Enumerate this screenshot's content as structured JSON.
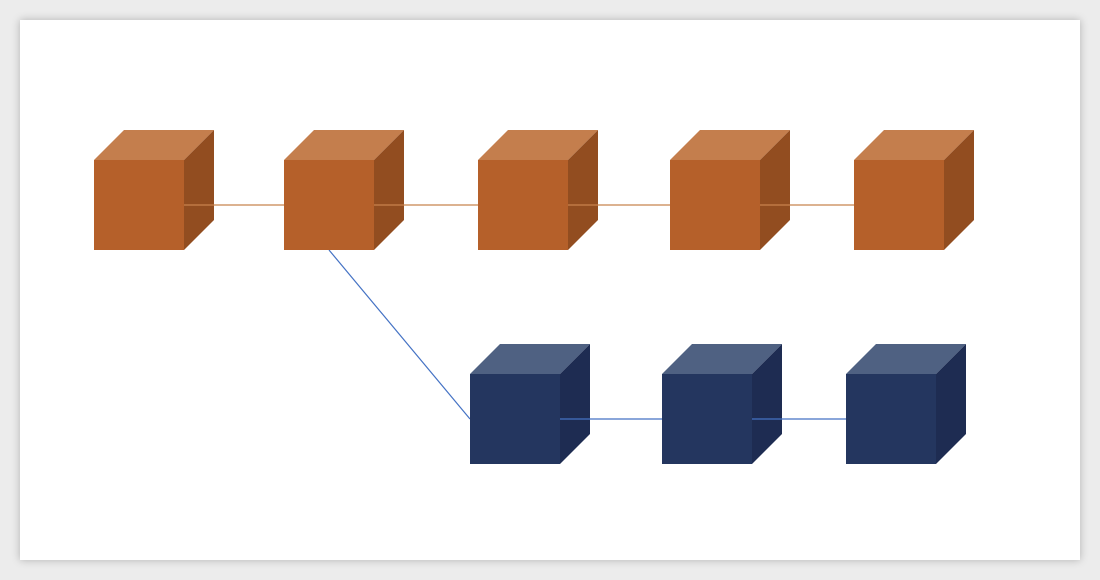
{
  "diagram": {
    "colors": {
      "orange_front": "#b5602a",
      "orange_top": "#c47e4d",
      "orange_side": "#924d20",
      "orange_line": "#c8834e",
      "blue_front": "#24365f",
      "blue_top": "#4f6182",
      "blue_side": "#1e2c52",
      "blue_line": "#4472c4"
    },
    "cubes": [
      {
        "id": "orange-1",
        "group": "orange"
      },
      {
        "id": "orange-2",
        "group": "orange"
      },
      {
        "id": "orange-3",
        "group": "orange"
      },
      {
        "id": "orange-4",
        "group": "orange"
      },
      {
        "id": "orange-5",
        "group": "orange"
      },
      {
        "id": "blue-1",
        "group": "blue"
      },
      {
        "id": "blue-2",
        "group": "blue"
      },
      {
        "id": "blue-3",
        "group": "blue"
      }
    ],
    "connections": [
      {
        "from": "orange-1",
        "to": "orange-2",
        "group": "orange"
      },
      {
        "from": "orange-2",
        "to": "orange-3",
        "group": "orange"
      },
      {
        "from": "orange-3",
        "to": "orange-4",
        "group": "orange"
      },
      {
        "from": "orange-4",
        "to": "orange-5",
        "group": "orange"
      },
      {
        "from": "orange-2",
        "to": "blue-1",
        "group": "blue"
      },
      {
        "from": "blue-1",
        "to": "blue-2",
        "group": "blue"
      },
      {
        "from": "blue-2",
        "to": "blue-3",
        "group": "blue"
      }
    ]
  }
}
